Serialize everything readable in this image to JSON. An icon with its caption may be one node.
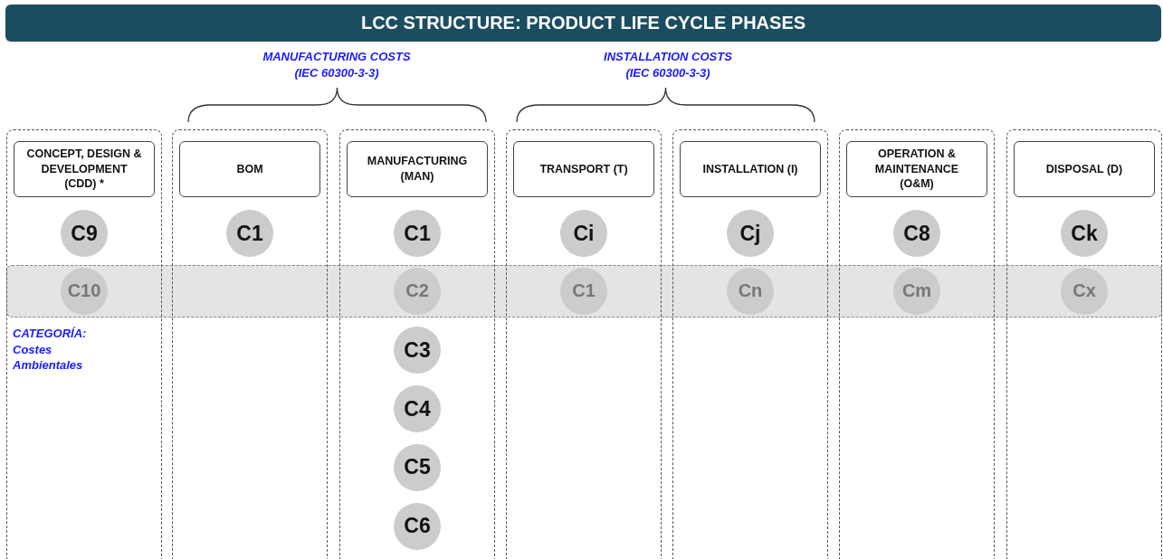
{
  "diagram": {
    "title": "LCC STRUCTURE: PRODUCT LIFE CYCLE PHASES",
    "nodes": [
      {
        "text": [],
        "shape": "box"
      },
      {
        "text": [
          "CONCEPT, DESIGN & DEVELOPMENT (CDD) *"
        ],
        "in": 0
      },
      {
        "text": [
          "C9"
        ],
        "in": 0
      },
      {
        "text": [
          "C10"
        ]
      },
      {
        "text": [],
        "shape": "box"
      },
      {
        "text": [
          "BOM"
        ],
        "in": 4
      },
      {
        "text": [
          "C1"
        ],
        "in": 4
      },
      {
        "text": [],
        "shape": "box"
      },
      {
        "text": [
          "MANUFACTURING (MAN)"
        ],
        "in": 7
      },
      {
        "text": [
          "C1"
        ],
        "in": 7
      },
      {
        "text": [
          "C2"
        ]
      },
      {
        "text": [
          "C3"
        ],
        "in": 7
      },
      {
        "text": [
          "C4"
        ],
        "in": 7
      },
      {
        "text": [
          "C5"
        ],
        "in": 7
      },
      {
        "text": [
          "C6"
        ],
        "in": 7
      },
      {
        "text": [],
        "shape": "box"
      },
      {
        "text": [
          "TRANSPORT (T)"
        ],
        "in": 15
      },
      {
        "text": [
          "Ci"
        ],
        "in": 15
      },
      {
        "text": [
          "C1"
        ]
      },
      {
        "text": [],
        "shape": "box"
      },
      {
        "text": [
          "INSTALLATION (I)"
        ],
        "in": 19
      },
      {
        "text": [
          "Cj"
        ],
        "in": 19
      },
      {
        "text": [
          "Cn"
        ]
      },
      {
        "text": [],
        "shape": "box"
      },
      {
        "text": [
          "OPERATION & MAINTENANCE (O&M)"
        ],
        "in": 23
      },
      {
        "text": [
          "C8"
        ],
        "in": 23
      },
      {
        "text": [
          "Cm"
        ]
      },
      {
        "text": [],
        "shape": "box"
      },
      {
        "text": [
          "DISPOSAL (D)"
        ],
        "in": 27
      },
      {
        "text": [
          "Ck"
        ],
        "in": 27
      },
      {
        "text": [
          "Cx"
        ]
      },
      {
        "text": [],
        "shape": "bar"
      }
    ],
    "labels": [
      "MANUFACTURING COSTS (IEC 60300-3-3)",
      "INSTALLATION COSTS (IEC 60300-3-3)",
      "CATEGORÍA: Costes Ambientales"
    ]
  }
}
